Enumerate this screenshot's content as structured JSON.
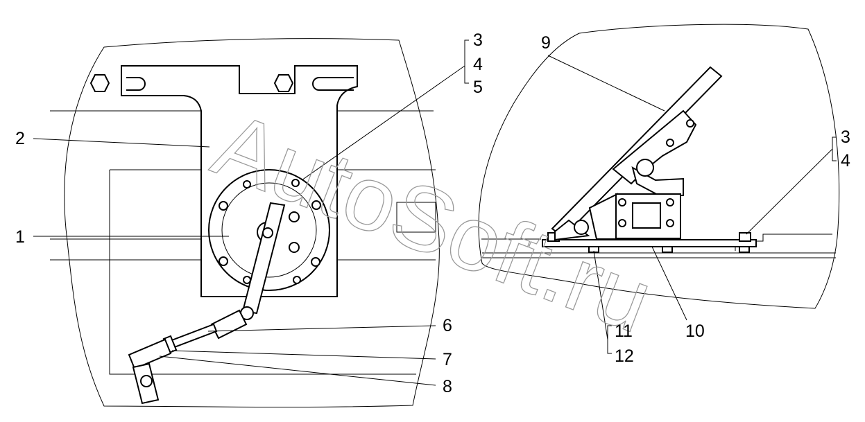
{
  "watermark": "AutoSoft.ru",
  "callouts": {
    "c1": "1",
    "c2": "2",
    "c3a": "3",
    "c4a": "4",
    "c5": "5",
    "c6": "6",
    "c7": "7",
    "c8": "8",
    "c9": "9",
    "c3b": "3",
    "c4b": "4",
    "c10": "10",
    "c11": "11",
    "c12": "12"
  }
}
